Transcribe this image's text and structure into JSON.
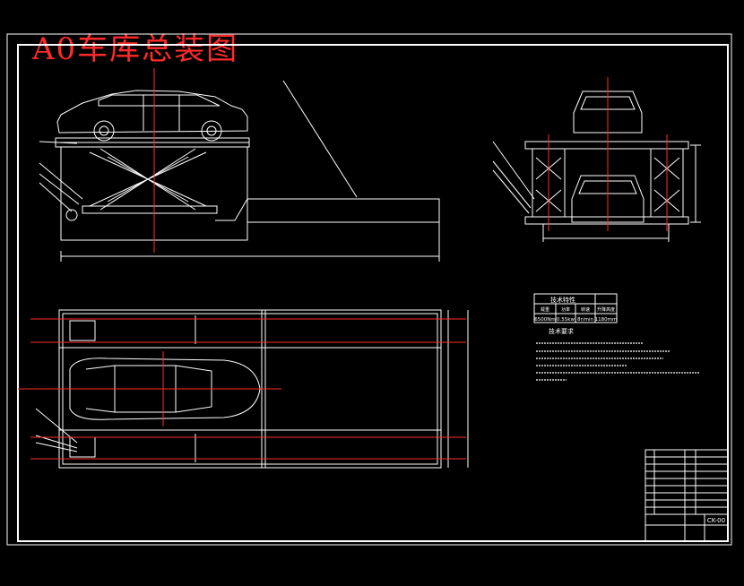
{
  "title": "A0车库总装图",
  "tech_table": {
    "heading": "技术特性",
    "columns": [
      "载重",
      "功率",
      "转速",
      "升降高度"
    ],
    "values": [
      "6500Nm",
      "0.55kw",
      "8r/min",
      "1180mm"
    ]
  },
  "requirements": {
    "heading": "技术要求"
  },
  "title_block": {
    "code": "CK-00"
  },
  "colors": {
    "background": "#000000",
    "lines": "#ffffff",
    "centerline": "#ff2a2a",
    "title": "#ff2a2a"
  }
}
